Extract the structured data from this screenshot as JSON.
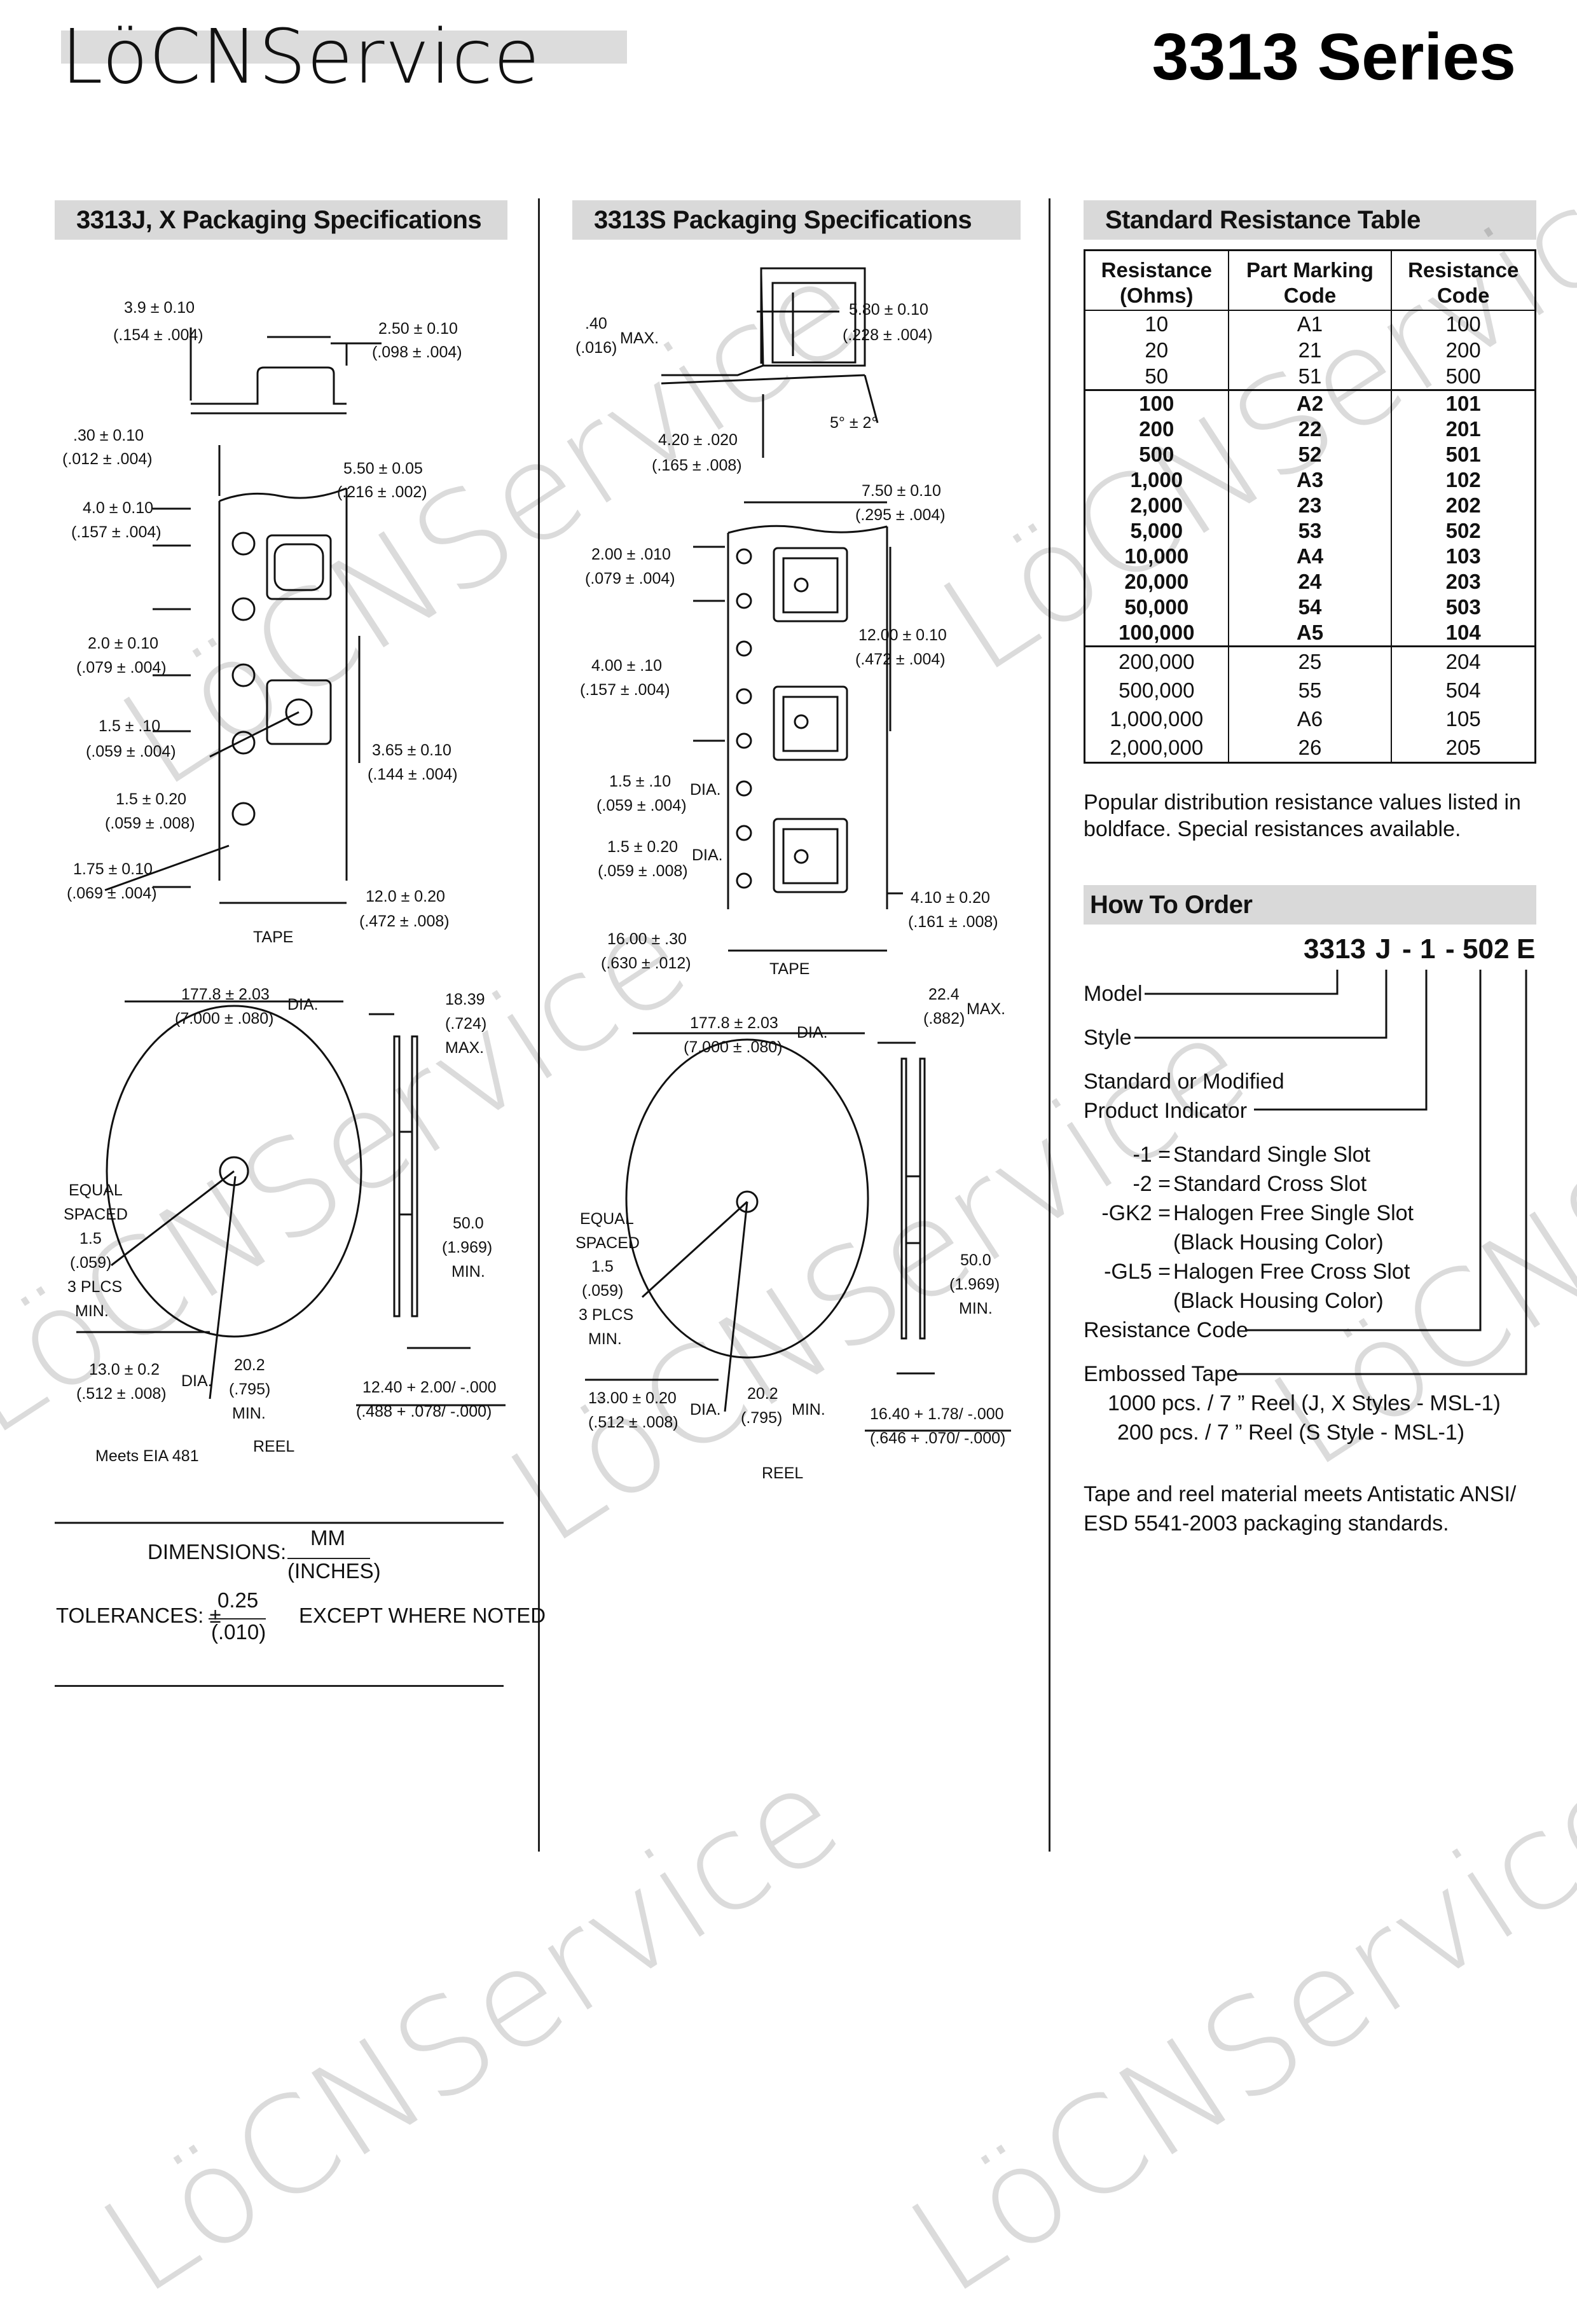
{
  "header": {
    "logo": "LöCNService",
    "series": "3313 Series"
  },
  "sections": {
    "left_title": "3313J, X Packaging Specifications",
    "mid_title": "3313S Packaging Specifications",
    "table_title": "Standard Resistance Table",
    "order_title": "How To Order"
  },
  "left_drawing": {
    "d1": "3.9 ± 0.10",
    "d1i": "(.154 ± .004)",
    "d2": "2.50 ± 0.10",
    "d2i": "(.098 ± .004)",
    "d3": ".30 ± 0.10",
    "d3i": "(.012 ± .004)",
    "d4": "5.50 ± 0.05",
    "d4i": "(.216 ± .002)",
    "d5": "4.0 ± 0.10",
    "d5i": "(.157 ± .004)",
    "d6": "2.0 ± 0.10",
    "d6i": "(.079 ± .004)",
    "d7": "1.5 ± .10",
    "d7i": "(.059 ± .004)",
    "d8": "3.65 ± 0.10",
    "d8i": "(.144 ± .004)",
    "d9": "1.5 ± 0.20",
    "d9i": "(.059 ± .008)",
    "d10": "1.75 ± 0.10",
    "d10i": "(.069 ± .004)",
    "d11": "12.0 ± 0.20",
    "d11i": "(.472 ± .008)",
    "tape": "TAPE",
    "r1": "177.8 ± 2.03",
    "r1i": "(7.000 ± .080)",
    "dia": "DIA.",
    "r2": "18.39",
    "r2i": "(.724)",
    "max": "MAX.",
    "eq1": "EQUAL",
    "eq2": "SPACED",
    "eq3": "1.5",
    "eq4": "(.059)",
    "eq5": "3 PLCS",
    "eq6": "MIN.",
    "r3": "50.0",
    "r3i": "(1.969)",
    "min": "MIN.",
    "r4": "13.0 ± 0.2",
    "r4i": "(.512 ± .008)",
    "r5": "20.2",
    "r5i": "(.795)",
    "r6": "12.40 + 2.00/ -.000",
    "r6i": "(.488 + .078/ -.000)",
    "eia": "Meets EIA 481",
    "reel": "REEL"
  },
  "mid_drawing": {
    "m1": ".40",
    "m1i": "(.016)",
    "m1m": "MAX.",
    "m2": "5.80 ± 0.10",
    "m2i": "(.228 ± .004)",
    "m3": "5° ± 2°",
    "m4": "4.20 ± .020",
    "m4i": "(.165 ± .008)",
    "m5": "7.50 ± 0.10",
    "m5i": "(.295 ± .004)",
    "m6": "2.00 ± .010",
    "m6i": "(.079 ± .004)",
    "m7": "12.00 ± 0.10",
    "m7i": "(.472 ± .004)",
    "m8": "4.00 ± .10",
    "m8i": "(.157 ± .004)",
    "m9": "1.5 ± .10",
    "m9i": "(.059 ± .004)",
    "dia": "DIA.",
    "m10": "1.5 ± 0.20",
    "m10i": "(.059 ± .008)",
    "m11": "4.10 ± 0.20",
    "m11i": "(.161 ± .008)",
    "m12": "16.00 ± .30",
    "m12i": "(.630 ± .012)",
    "tape": "TAPE",
    "n1": "22.4",
    "n1i": "(.882)",
    "max": "MAX.",
    "n2": "177.8 ± 2.03",
    "n2i": "(7.000 ± .080)",
    "eq1": "EQUAL",
    "eq2": "SPACED",
    "eq3": "1.5",
    "eq4": "(.059)",
    "eq5": "3 PLCS",
    "eq6": "MIN.",
    "n3": "50.0",
    "n3i": "(1.969)",
    "min": "MIN.",
    "n4": "13.00 ± 0.20",
    "n4i": "(.512 ± .008)",
    "n5": "20.2",
    "n5i": "(.795)",
    "n6": "16.40 + 1.78/ -.000",
    "n6i": "(.646 + .070/ -.000)",
    "reel": "REEL"
  },
  "dimensions_note": {
    "label": "DIMENSIONS:",
    "mm": "MM",
    "inches": "(INCHES)",
    "tol_label": "TOLERANCES: ±",
    "tol_mm": "0.25",
    "tol_in": "(.010)",
    "except": "EXCEPT WHERE NOTED"
  },
  "resistance_table": {
    "headers": [
      [
        "Resistance",
        "(Ohms)"
      ],
      [
        "Part Marking",
        "Code"
      ],
      [
        "Resistance",
        "Code"
      ]
    ],
    "group1": [
      [
        "10",
        "A1",
        "100"
      ],
      [
        "20",
        "21",
        "200"
      ],
      [
        "50",
        "51",
        "500"
      ]
    ],
    "group2": [
      [
        "100",
        "A2",
        "101"
      ],
      [
        "200",
        "22",
        "201"
      ],
      [
        "500",
        "52",
        "501"
      ],
      [
        "1,000",
        "A3",
        "102"
      ],
      [
        "2,000",
        "23",
        "202"
      ],
      [
        "5,000",
        "53",
        "502"
      ],
      [
        "10,000",
        "A4",
        "103"
      ],
      [
        "20,000",
        "24",
        "203"
      ],
      [
        "50,000",
        "54",
        "503"
      ],
      [
        "100,000",
        "A5",
        "104"
      ]
    ],
    "group3": [
      [
        "200,000",
        "25",
        "204"
      ],
      [
        "500,000",
        "55",
        "504"
      ],
      [
        "1,000,000",
        "A6",
        "105"
      ],
      [
        "2,000,000",
        "26",
        "205"
      ]
    ],
    "note_line1": "Popular distribution resistance values listed in",
    "note_line2": "boldface. Special resistances available."
  },
  "how_to_order": {
    "c_model": "3313",
    "c_style": "J",
    "c_d1": "-",
    "c_ind": "1",
    "c_d2": "-",
    "c_res": "502",
    "c_tape": "E",
    "model": "Model",
    "style": "Style",
    "std1": "Standard or Modified",
    "std2": "Product Indicator",
    "opts": [
      {
        "code": "-1 =",
        "desc": "Standard Single Slot"
      },
      {
        "code": "-2 =",
        "desc": "Standard Cross Slot"
      },
      {
        "code": "-GK2 =",
        "desc": "Halogen Free Single Slot"
      },
      {
        "code": "",
        "desc": "(Black Housing Color)"
      },
      {
        "code": "-GL5 =",
        "desc": "Halogen Free Cross Slot"
      },
      {
        "code": "",
        "desc": "(Black Housing Color)"
      }
    ],
    "res_code": "Resistance Code",
    "tape": "Embossed Tape",
    "tape1": "1000 pcs. / 7 ” Reel (J, X Styles - MSL-1)",
    "tape2": "200 pcs. / 7 ” Reel (S Style - MSL-1)",
    "footer1": "Tape and reel material meets Antistatic ANSI/",
    "footer2": "ESD 5541-2003 packaging standards."
  },
  "watermark": "LöCNService"
}
